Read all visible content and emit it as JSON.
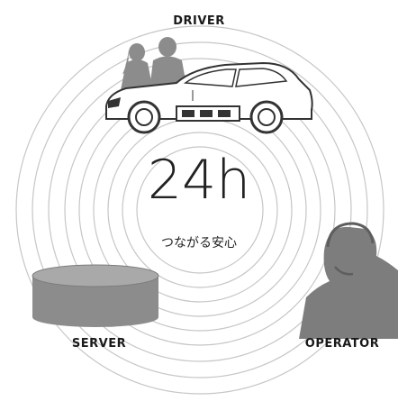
{
  "labels": {
    "driver": "DRIVER",
    "server": "SERVER",
    "operator": "OPERATOR"
  },
  "center": {
    "headline": "24h",
    "caption": "つながる安心"
  },
  "icons": [
    "driver-people-icon",
    "car-icon",
    "server-cylinder-icon",
    "operator-headset-icon"
  ],
  "colors": {
    "ring": "#c6c6c6",
    "figure": "#8c8c8c",
    "figure_dark": "#7d7d7d",
    "text": "#222222"
  }
}
